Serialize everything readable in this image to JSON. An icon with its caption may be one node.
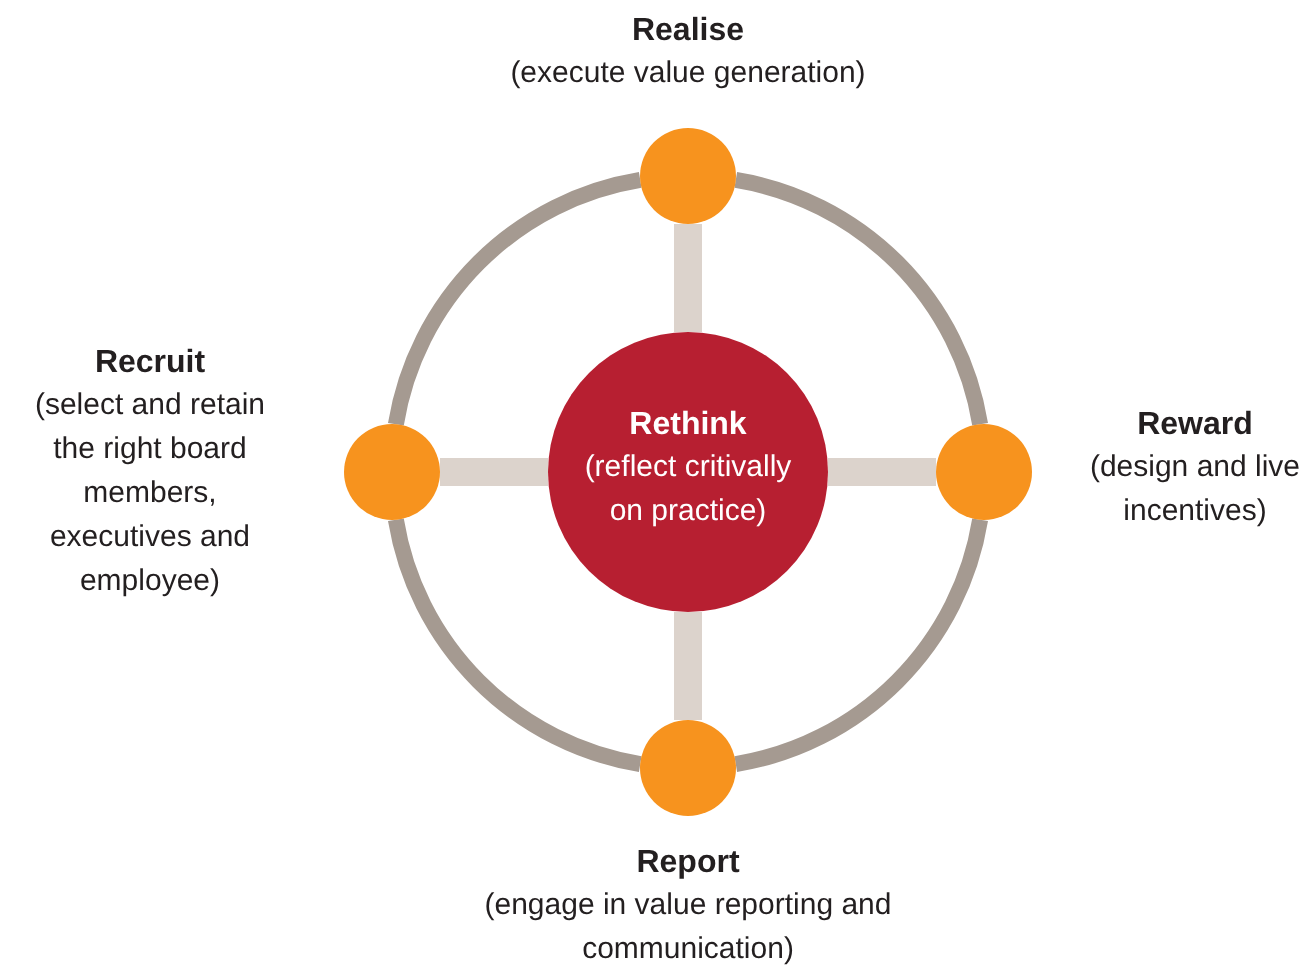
{
  "diagram": {
    "nodes": [
      {
        "text": [
          "Realise",
          "(execute value generation)"
        ]
      },
      {
        "text": [
          "Recruit",
          "(select and retain the right board members, executives and employee)"
        ]
      },
      {
        "text": [
          "Rethink",
          "(reflect critivally on practice)"
        ]
      },
      {
        "text": [
          "Reward",
          "(design and live incentives)"
        ]
      },
      {
        "text": [
          "Report",
          "(engage in value reporting and communication)"
        ]
      }
    ],
    "edges": [
      {
        "from": 2,
        "to": 0,
        "arrow": "none",
        "color": "#dcd3cc"
      },
      {
        "from": 2,
        "to": 1,
        "arrow": "none",
        "color": "#dcd3cc"
      },
      {
        "from": 2,
        "to": 3,
        "arrow": "none",
        "color": "#dcd3cc"
      },
      {
        "from": 2,
        "to": 4,
        "arrow": "none",
        "color": "#dcd3cc"
      },
      {
        "from": 0,
        "to": 3,
        "arrow": "none"
      },
      {
        "from": 3,
        "to": 4,
        "arrow": "none"
      },
      {
        "from": 4,
        "to": 1,
        "arrow": "none"
      },
      {
        "from": 1,
        "to": 0,
        "arrow": "none"
      }
    ]
  }
}
